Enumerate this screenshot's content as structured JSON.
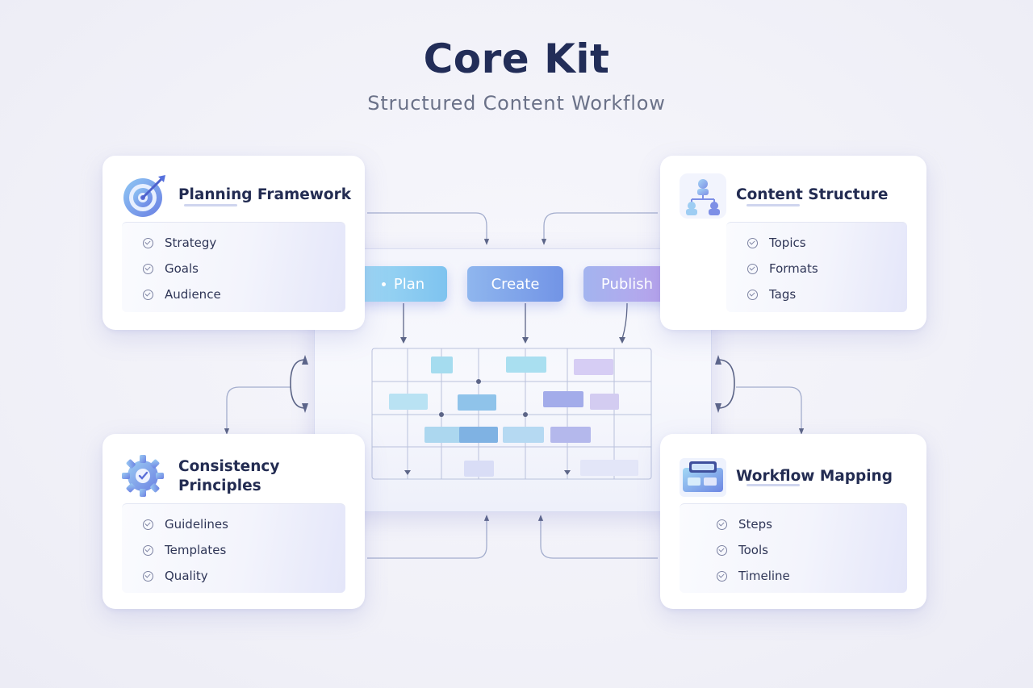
{
  "header": {
    "title": "Core Kit",
    "subtitle": "Structured Content Workflow"
  },
  "cards": {
    "planning": {
      "title": "Planning Framework",
      "icon": "target-icon",
      "items": [
        "Strategy",
        "Goals",
        "Audience"
      ]
    },
    "content": {
      "title": "Content Structure",
      "icon": "hierarchy-icon",
      "items": [
        "Topics",
        "Formats",
        "Tags"
      ]
    },
    "consistency": {
      "title": "Consistency Principles",
      "title_line1": "Consistency",
      "title_line2": "Principles",
      "icon": "gear-icon",
      "items": [
        "Guidelines",
        "Templates",
        "Quality"
      ]
    },
    "workflow": {
      "title": "Workflow Mapping",
      "icon": "workflow-board-icon",
      "items": [
        "Steps",
        "Tools",
        "Timeline"
      ]
    }
  },
  "center": {
    "stages": [
      "Plan",
      "Create",
      "Publish"
    ]
  },
  "colors": {
    "title": "#222d58",
    "plan": "#8fd0f2",
    "create": "#7e9fe8",
    "publish": "#b2a4ec",
    "connector": "#9aa6c8"
  }
}
